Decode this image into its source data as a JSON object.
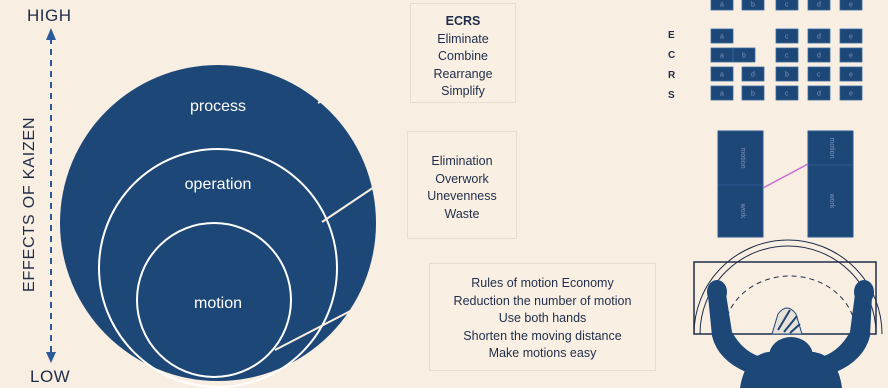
{
  "axis": {
    "high": "HIGH",
    "low": "LOW",
    "title": "EFFECTS OF KAIZEN"
  },
  "circles": {
    "outer": "process",
    "middle": "operation",
    "inner": "motion"
  },
  "boxes": {
    "ecrs": {
      "title": "ECRS",
      "lines": [
        "Eliminate",
        "Combine",
        "Rearrange",
        "Simplify"
      ]
    },
    "waste": {
      "lines": [
        "Elimination",
        "Overwork",
        "Unevenness",
        "Waste"
      ]
    },
    "motion": {
      "lines": [
        "Rules of motion Economy",
        "Reduction the number of motion",
        "Use both hands",
        "Shorten the moving distance",
        "Make motions easy"
      ]
    }
  },
  "grid": {
    "row_labels": [
      "E",
      "C",
      "R",
      "S"
    ],
    "top_row": [
      "a",
      "b",
      "c",
      "d",
      "e"
    ],
    "rows": [
      [
        "a",
        "c",
        "d",
        "e"
      ],
      [
        "a",
        "b",
        "c",
        "d",
        "e"
      ],
      [
        "a",
        "d",
        "b",
        "c",
        "e"
      ],
      [
        "a",
        "b",
        "c",
        "d",
        "e"
      ]
    ]
  },
  "bars": {
    "left": [
      "motion",
      "work"
    ],
    "right": [
      "motion",
      "work"
    ]
  },
  "colors": {
    "navy": "#1d4777",
    "background": "#f8efe2",
    "connector": "#c76bd0"
  }
}
